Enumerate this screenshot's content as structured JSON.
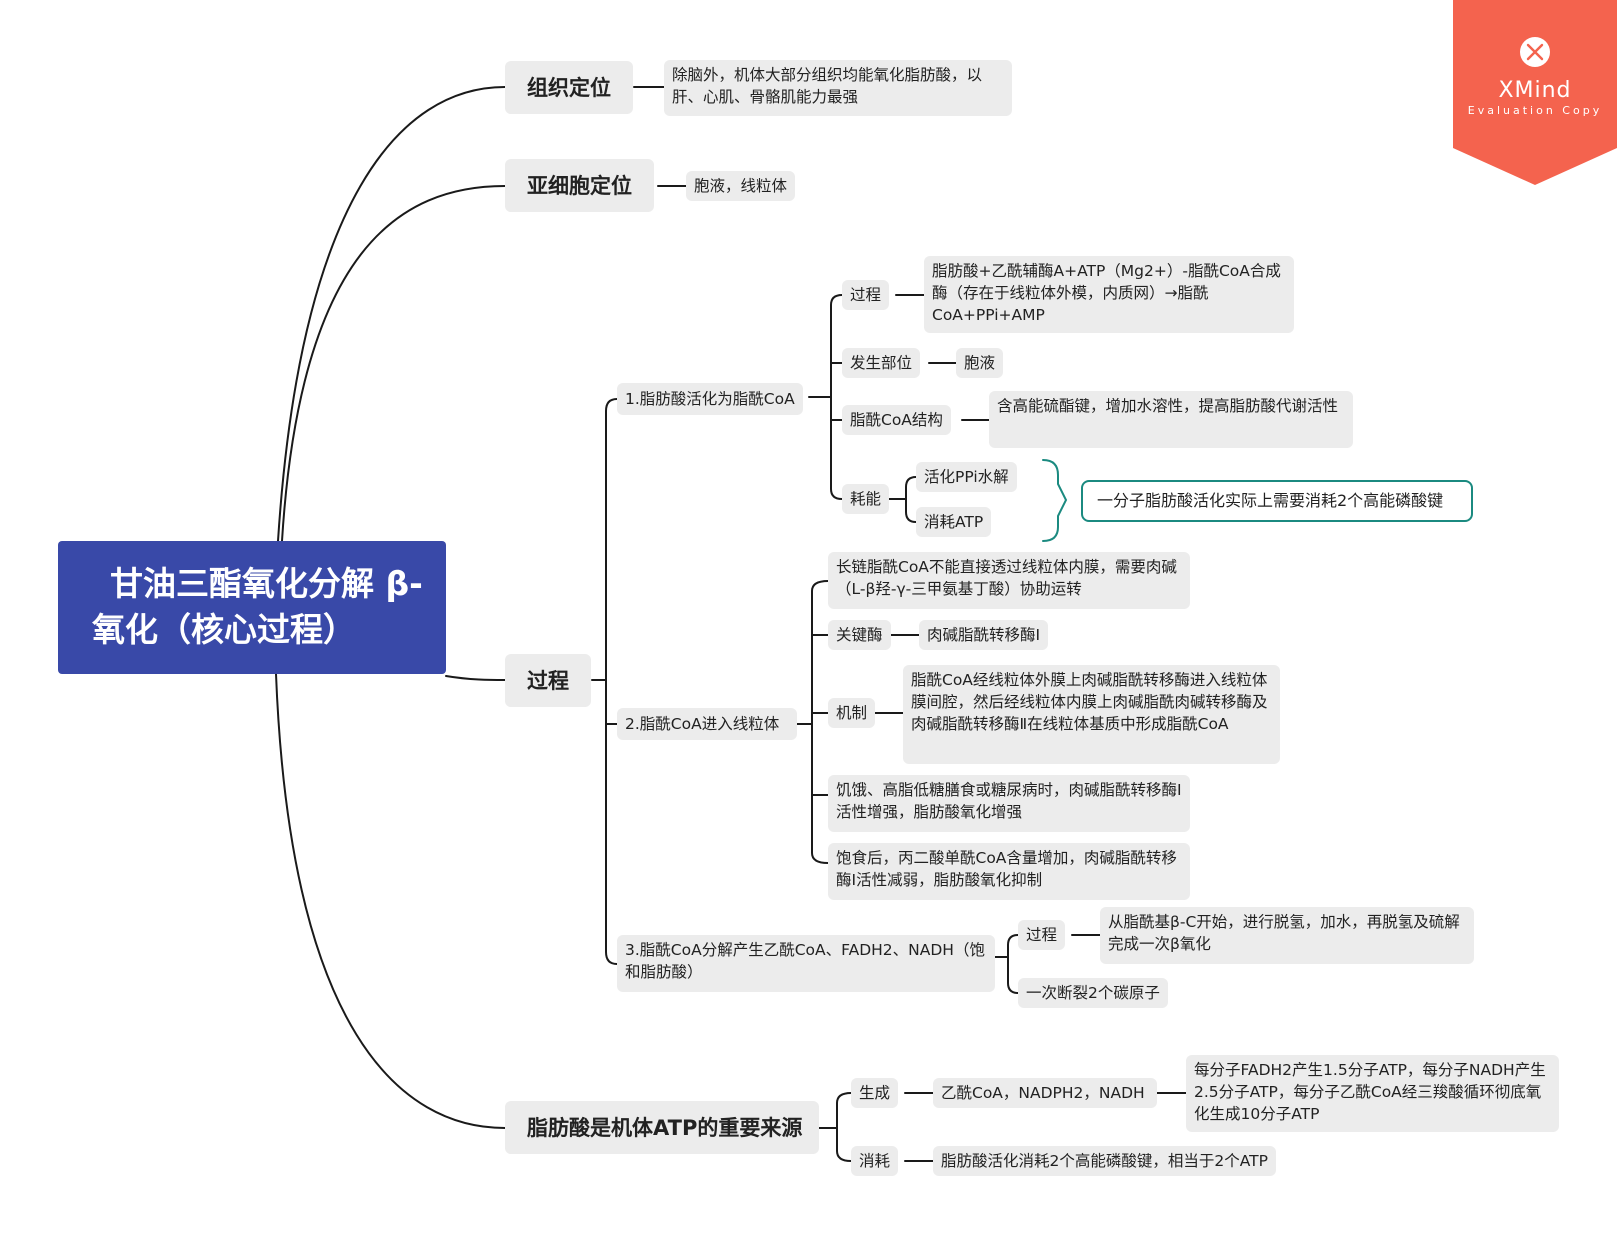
{
  "root": {
    "line1": "甘油三酯氧化分解",
    "line2": "β-氧化（核心过程）"
  },
  "branch_tissue": {
    "label": "组织定位",
    "detail": "除脑外，机体大部分组织均能氧化脂肪酸，以肝、心肌、骨骼肌能力最强"
  },
  "branch_subcell": {
    "label": "亚细胞定位",
    "detail": "胞液，线粒体"
  },
  "branch_process": {
    "label": "过程",
    "step1": {
      "label": "1.脂肪酸活化为脂酰CoA",
      "process": {
        "label": "过程",
        "detail": "脂肪酸+乙酰辅酶A+ATP（Mg2+）-脂酰CoA合成酶（存在于线粒体外模，内质网）→脂酰CoA+PPi+AMP"
      },
      "site": {
        "label": "发生部位",
        "detail": "胞液"
      },
      "structure": {
        "label": "脂酰CoA结构",
        "detail": "含高能硫酯键，增加水溶性，提高脂肪酸代谢活性"
      },
      "energy": {
        "label": "耗能",
        "item1": "活化PPi水解",
        "item2": "消耗ATP",
        "summary": "一分子脂肪酸活化实际上需要消耗2个高能磷酸键"
      }
    },
    "step2": {
      "label": "2.脂酰CoA进入线粒体",
      "note1": "长链脂酰CoA不能直接透过线粒体内膜，需要肉碱（L-β羟-γ-三甲氨基丁酸）协助运转",
      "enzyme": {
        "label": "关键酶",
        "detail": "肉碱脂酰转移酶Ⅰ"
      },
      "mechanism": {
        "label": "机制",
        "detail": "脂酰CoA经线粒体外膜上肉碱脂酰转移酶进入线粒体膜间腔，然后经线粒体内膜上肉碱脂酰肉碱转移酶及肉碱脂酰转移酶Ⅱ在线粒体基质中形成脂酰CoA"
      },
      "note2": "饥饿、高脂低糖膳食或糖尿病时，肉碱脂酰转移酶Ⅰ活性增强，脂肪酸氧化增强",
      "note3": "饱食后，丙二酸单酰CoA含量增加，肉碱脂酰转移酶Ⅰ活性减弱，脂肪酸氧化抑制"
    },
    "step3": {
      "label": "3.脂酰CoA分解产生乙酰CoA、FADH2、NADH（饱和脂肪酸）",
      "process": {
        "label": "过程",
        "detail": "从脂酰基β-C开始，进行脱氢，加水，再脱氢及硫解完成一次β氧化"
      },
      "note": "一次断裂2个碳原子"
    }
  },
  "branch_atp": {
    "label": "脂肪酸是机体ATP的重要来源",
    "produce": {
      "label": "生成",
      "products": "乙酰CoA，NADPH2，NADH",
      "detail": "每分子FADH2产生1.5分子ATP，每分子NADH产生2.5分子ATP，每分子乙酰CoA经三羧酸循环彻底氧化生成10分子ATP"
    },
    "consume": {
      "label": "消耗",
      "detail": "脂肪酸活化消耗2个高能磷酸键，相当于2个ATP"
    }
  },
  "watermark": {
    "brand": "XMind",
    "subtitle": "Evaluation Copy"
  },
  "colors": {
    "root_fill": "#3949a8",
    "node_fill": "#ececec",
    "line": "#1a1a1a",
    "summary_border": "#1b8a80",
    "badge": "#f4634e"
  }
}
